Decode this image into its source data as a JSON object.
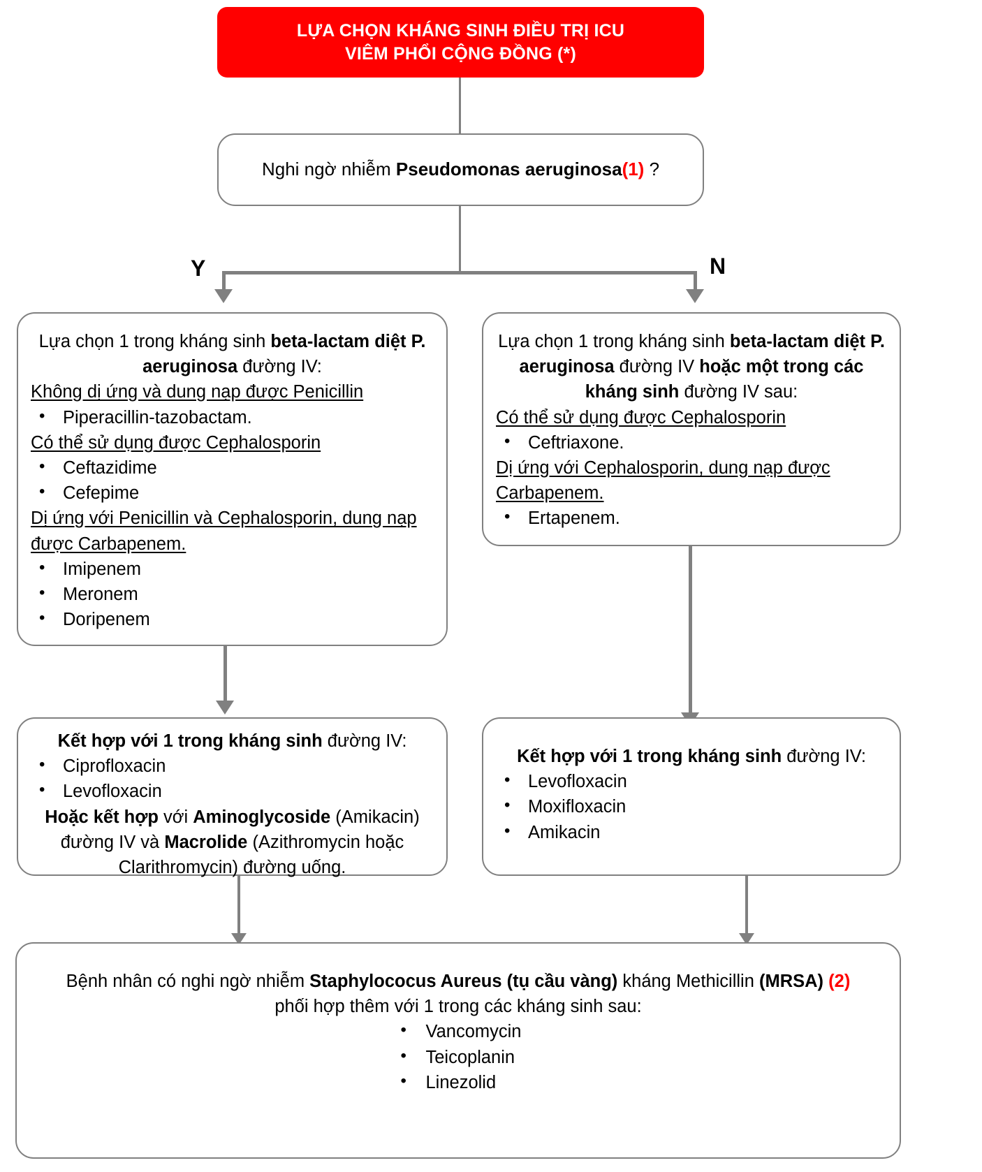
{
  "colors": {
    "title_bg": "#FF0000",
    "title_text": "#FFFFFF",
    "box_border": "#808080",
    "connector": "#808080",
    "accent_red": "#FF0000",
    "text": "#000000"
  },
  "title": {
    "line1": "LỰA CHỌN KHÁNG SINH ĐIỀU TRỊ ICU",
    "line2": "VIÊM PHỔI CỘNG ĐỒNG (*)"
  },
  "decision": {
    "text_before": "Nghi ngờ nhiễm ",
    "text_bold": "Pseudomonas aeruginosa",
    "ref": "(1)",
    "text_after": " ?"
  },
  "branches": {
    "yes_label": "Y",
    "no_label": "N"
  },
  "left_box": {
    "heading_p1": "Lựa chọn 1 trong kháng sinh ",
    "heading_b1": "beta-lactam diệt P. aeruginosa",
    "heading_p2": " đường IV:",
    "sub1": "Không dị ứng và dung nạp được Penicillin",
    "items1": [
      "Piperacillin-tazobactam."
    ],
    "sub2": "Có thể sử dụng được Cephalosporin",
    "items2": [
      "Ceftazidime",
      "Cefepime"
    ],
    "sub3": "Dị ứng với Penicillin và Cephalosporin, dung nạp được Carbapenem.",
    "items3": [
      "Imipenem",
      "Meronem",
      "Doripenem"
    ]
  },
  "right_box": {
    "heading_p1": "Lựa chọn 1 trong kháng sinh ",
    "heading_b1": "beta-lactam diệt P. aeruginosa",
    "heading_p2": " đường IV ",
    "heading_b2": "hoặc một trong các kháng sinh",
    "heading_p3": " đường IV sau:",
    "sub1": "Có thể sử dụng được Cephalosporin",
    "items1": [
      "Ceftriaxone."
    ],
    "sub2": "Dị ứng với Cephalosporin, dung nạp được Carbapenem.",
    "items2": [
      "Ertapenem."
    ]
  },
  "left_box2": {
    "heading_b": "Kết hợp với 1 trong kháng sinh",
    "heading_p": " đường IV:",
    "items": [
      "Ciprofloxacin",
      "Levofloxacin"
    ],
    "note_b1": "Hoặc kết hợp",
    "note_p1": " với ",
    "note_b2": "Aminoglycoside",
    "note_p2": " (Amikacin) đường IV và ",
    "note_b3": "Macrolide",
    "note_p3": " (Azithromycin hoặc Clarithromycin) đường uống."
  },
  "right_box2": {
    "heading_b": "Kết hợp với 1 trong kháng sinh",
    "heading_p": " đường IV:",
    "items": [
      "Levofloxacin",
      "Moxifloxacin",
      "Amikacin"
    ]
  },
  "bottom_box": {
    "line1_p1": "Bệnh nhân có nghi ngờ nhiễm ",
    "line1_b1": "Staphylococus Aureus (tụ cầu vàng)",
    "line1_p2": " kháng Methicillin ",
    "line1_b2": "(MRSA)",
    "line1_ref": "(2)",
    "line2": "phối hợp thêm với 1 trong các kháng sinh sau:",
    "items": [
      "Vancomycin",
      "Teicoplanin",
      "Linezolid"
    ]
  }
}
